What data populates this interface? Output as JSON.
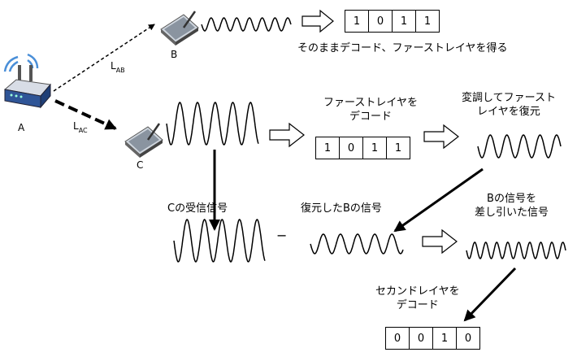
{
  "nodes": {
    "a": "A",
    "b": "B",
    "c": "C"
  },
  "links": {
    "ab": {
      "main": "L",
      "sub": "AB"
    },
    "ac": {
      "main": "L",
      "sub": "AC"
    }
  },
  "captions": {
    "b_decode": "そのままデコード、ファーストレイヤを得る",
    "c_decode_l1": "ファーストレイヤを",
    "c_decode_l2": "デコード",
    "remod_l1": "変調してファースト",
    "remod_l2": "レイヤを復元",
    "received": "Cの受信信号",
    "restored": "復元したBの信号",
    "subtracted_l1": "Bの信号を",
    "subtracted_l2": "差し引いた信号",
    "second_l1": "セカンドレイヤを",
    "second_l2": "デコード",
    "minus": "−"
  },
  "bitblocks": {
    "b_first": [
      "1",
      "0",
      "1",
      "1"
    ],
    "c_first": [
      "1",
      "0",
      "1",
      "1"
    ],
    "c_second": [
      "0",
      "0",
      "1",
      "0"
    ]
  }
}
